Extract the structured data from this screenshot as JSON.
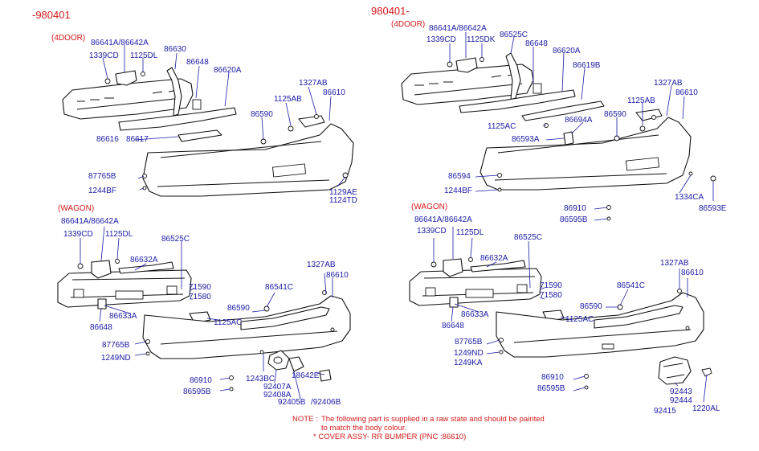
{
  "headers": {
    "left_range": "-980401",
    "right_range": "980401-",
    "left_body": "(4DOOR)",
    "right_body": "(4DOOR)",
    "left_wagon": "(WAGON)",
    "right_wagon": "(WAGON)"
  },
  "q1": {
    "p1": "86641A/86642A",
    "p2": "1339CD",
    "p3": "1125DL",
    "p4": "86630",
    "p5": "86648",
    "p6": "86620A",
    "p7": "1327AB",
    "p8": "1125AB",
    "p9": "86610",
    "p10": "86590",
    "p11": "86616",
    "p12": "86617",
    "p13": "87765B",
    "p14": "1244BF",
    "p15": "1129AE",
    "p16": "1124TD"
  },
  "q2": {
    "p1": "86641A/86642A",
    "p2": "1339CD",
    "p3": "1125DK",
    "p4": "86525C",
    "p5": "86648",
    "p6": "86620A",
    "p7": "86619B",
    "p8": "1327AB",
    "p9": "1125AB",
    "p10": "86610",
    "p11": "86590",
    "p12": "1125AC",
    "p13": "86694A",
    "p14": "86593A",
    "p15": "86594",
    "p16": "1244BF",
    "p17": "1334CA",
    "p18": "86593E",
    "p19": "86910",
    "p20": "86595B"
  },
  "q3": {
    "p1": "86641A/86642A",
    "p2": "1339CD",
    "p3": "1125DL",
    "p4": "86525C",
    "p5": "86632A",
    "p6": "1327AB",
    "p7": "86610",
    "p8": "71590",
    "p9": "71580",
    "p10": "86541C",
    "p11": "86590",
    "p12": "1125AC",
    "p13": "86633A",
    "p14": "86648",
    "p15": "87765B",
    "p16": "1249ND",
    "p17": "1243BC",
    "p18": "18642E",
    "p19": "92407A",
    "p20": "92408A",
    "p21": "92405B",
    "p22": "/92406B",
    "p23": "86910",
    "p24": "86595B"
  },
  "q4": {
    "p1": "86641A/86642A",
    "p2": "1339CD",
    "p3": "1125DL",
    "p4": "86525C",
    "p5": "86632A",
    "p6": "1327AB",
    "p7": "86610",
    "p8": "71590",
    "p9": "71580",
    "p10": "86541C",
    "p11": "86590",
    "p12": "1125AC",
    "p13": "86633A",
    "p14": "86648",
    "p15": "87765B",
    "p16": "1249ND",
    "p17": "1249KA",
    "p18": "86910",
    "p19": "86595B",
    "p20": "92443",
    "p21": "92444",
    "p22": "92415",
    "p23": "1220AL"
  },
  "note": {
    "label": "NOTE :",
    "line1": "The following part is supplied in a raw state and should be painted",
    "line2": "to match the body colour.",
    "line3": "* COVER ASSY- RR BUMPER (PNC :86610)"
  },
  "colors": {
    "part_number": "#1a1aa6",
    "heading": "#d41a1a",
    "drawing": "#111111"
  }
}
